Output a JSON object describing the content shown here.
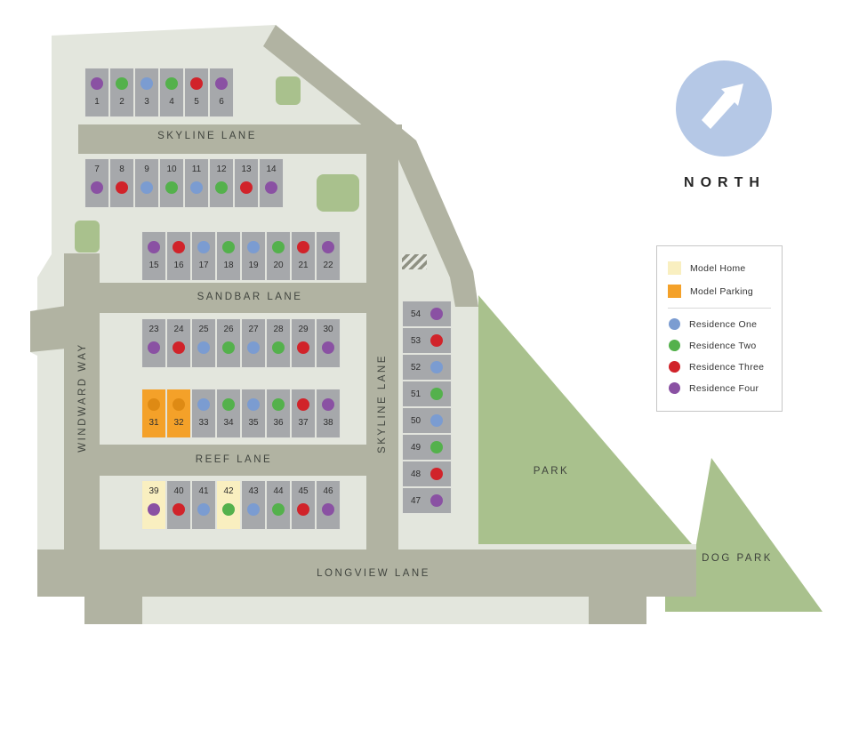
{
  "north": {
    "label": "NORTH"
  },
  "streets": {
    "skyline_top": "SKYLINE LANE",
    "sandbar": "SANDBAR LANE",
    "reef": "REEF LANE",
    "longview": "LONGVIEW LANE",
    "windward": "WINDWARD WAY",
    "skyline_vertical": "SKYLINE LANE"
  },
  "areas": {
    "park": "PARK",
    "dog_park": "DOG PARK"
  },
  "colors": {
    "site": "#e3e6dd",
    "street": "#b1b3a2",
    "lot": "#a6a8ab",
    "park_green": "#a9c18d",
    "model_home": "#f9efc0",
    "model_parking": "#f4a129",
    "model_parking_dot": "#de8a14",
    "residence_one": "#7b9cd1",
    "residence_two": "#54b14c",
    "residence_three": "#d1232a",
    "residence_four": "#8a51a3",
    "north_circle": "#b5c8e6"
  },
  "legend": {
    "model_items": [
      {
        "label": "Model Home",
        "color": "model_home"
      },
      {
        "label": "Model Parking",
        "color": "model_parking"
      }
    ],
    "residence_items": [
      {
        "label": "Residence One",
        "color": "residence_one"
      },
      {
        "label": "Residence Two",
        "color": "residence_two"
      },
      {
        "label": "Residence Three",
        "color": "residence_three"
      },
      {
        "label": "Residence Four",
        "color": "residence_four"
      }
    ]
  },
  "lots": {
    "rows": [
      {
        "orientation": "dot-top",
        "lots": [
          {
            "num": "1",
            "res": "residence_four"
          },
          {
            "num": "2",
            "res": "residence_two"
          },
          {
            "num": "3",
            "res": "residence_one"
          },
          {
            "num": "4",
            "res": "residence_two"
          },
          {
            "num": "5",
            "res": "residence_three"
          },
          {
            "num": "6",
            "res": "residence_four"
          }
        ]
      },
      {
        "orientation": "num-top",
        "lots": [
          {
            "num": "7",
            "res": "residence_four"
          },
          {
            "num": "8",
            "res": "residence_three"
          },
          {
            "num": "9",
            "res": "residence_one"
          },
          {
            "num": "10",
            "res": "residence_two"
          },
          {
            "num": "11",
            "res": "residence_one"
          },
          {
            "num": "12",
            "res": "residence_two"
          },
          {
            "num": "13",
            "res": "residence_three"
          },
          {
            "num": "14",
            "res": "residence_four"
          }
        ]
      },
      {
        "orientation": "dot-top",
        "lots": [
          {
            "num": "15",
            "res": "residence_four"
          },
          {
            "num": "16",
            "res": "residence_three"
          },
          {
            "num": "17",
            "res": "residence_one"
          },
          {
            "num": "18",
            "res": "residence_two"
          },
          {
            "num": "19",
            "res": "residence_one"
          },
          {
            "num": "20",
            "res": "residence_two"
          },
          {
            "num": "21",
            "res": "residence_three"
          },
          {
            "num": "22",
            "res": "residence_four"
          }
        ]
      },
      {
        "orientation": "num-top",
        "lots": [
          {
            "num": "23",
            "res": "residence_four"
          },
          {
            "num": "24",
            "res": "residence_three"
          },
          {
            "num": "25",
            "res": "residence_one"
          },
          {
            "num": "26",
            "res": "residence_two"
          },
          {
            "num": "27",
            "res": "residence_one"
          },
          {
            "num": "28",
            "res": "residence_two"
          },
          {
            "num": "29",
            "res": "residence_three"
          },
          {
            "num": "30",
            "res": "residence_four"
          }
        ]
      },
      {
        "orientation": "dot-top",
        "lots": [
          {
            "num": "31",
            "res": "model_parking_dot",
            "fill": "model_parking"
          },
          {
            "num": "32",
            "res": "model_parking_dot",
            "fill": "model_parking"
          },
          {
            "num": "33",
            "res": "residence_one"
          },
          {
            "num": "34",
            "res": "residence_two"
          },
          {
            "num": "35",
            "res": "residence_one"
          },
          {
            "num": "36",
            "res": "residence_two"
          },
          {
            "num": "37",
            "res": "residence_three"
          },
          {
            "num": "38",
            "res": "residence_four"
          }
        ]
      },
      {
        "orientation": "num-top",
        "lots": [
          {
            "num": "39",
            "res": "residence_four",
            "fill": "model_home"
          },
          {
            "num": "40",
            "res": "residence_three"
          },
          {
            "num": "41",
            "res": "residence_one"
          },
          {
            "num": "42",
            "res": "residence_two",
            "fill": "model_home"
          },
          {
            "num": "43",
            "res": "residence_one"
          },
          {
            "num": "44",
            "res": "residence_two"
          },
          {
            "num": "45",
            "res": "residence_three"
          },
          {
            "num": "46",
            "res": "residence_four"
          }
        ]
      }
    ],
    "column": {
      "lots": [
        {
          "num": "54",
          "res": "residence_four"
        },
        {
          "num": "53",
          "res": "residence_three"
        },
        {
          "num": "52",
          "res": "residence_one"
        },
        {
          "num": "51",
          "res": "residence_two"
        },
        {
          "num": "50",
          "res": "residence_one"
        },
        {
          "num": "49",
          "res": "residence_two"
        },
        {
          "num": "48",
          "res": "residence_three"
        },
        {
          "num": "47",
          "res": "residence_four"
        }
      ]
    }
  }
}
